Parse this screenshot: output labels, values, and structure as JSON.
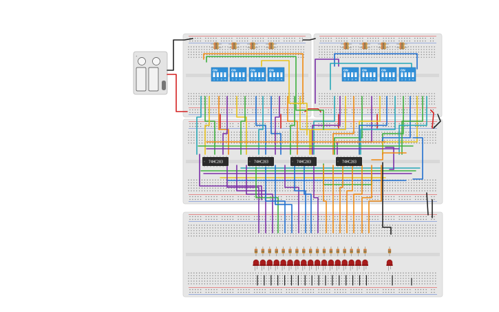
{
  "ic_chip_label": "74HC283",
  "dip_switch_label": "ON",
  "dip_switch_numbers": [
    "1",
    "2",
    "3",
    "4"
  ],
  "battery_label": "+",
  "colors": {
    "breadboard": "#e6e6e6",
    "breadboard_edge": "#d4d4d4",
    "hole": "#7a7a7a",
    "rail_red": "#e03030",
    "rail_blue": "#4a70d0",
    "chip": "#2b2b2b",
    "dip_switch": "#2f8fd8",
    "led": "#a81c1c",
    "resistor": "#e8c27a",
    "wire_red": "#d42020",
    "wire_black": "#222222",
    "wire_orange": "#f08a10",
    "wire_yellow": "#e8c21a",
    "wire_green": "#3cb03c",
    "wire_teal": "#27a7b7",
    "wire_blue": "#1f6fd0",
    "wire_purple": "#7b2fa8"
  }
}
